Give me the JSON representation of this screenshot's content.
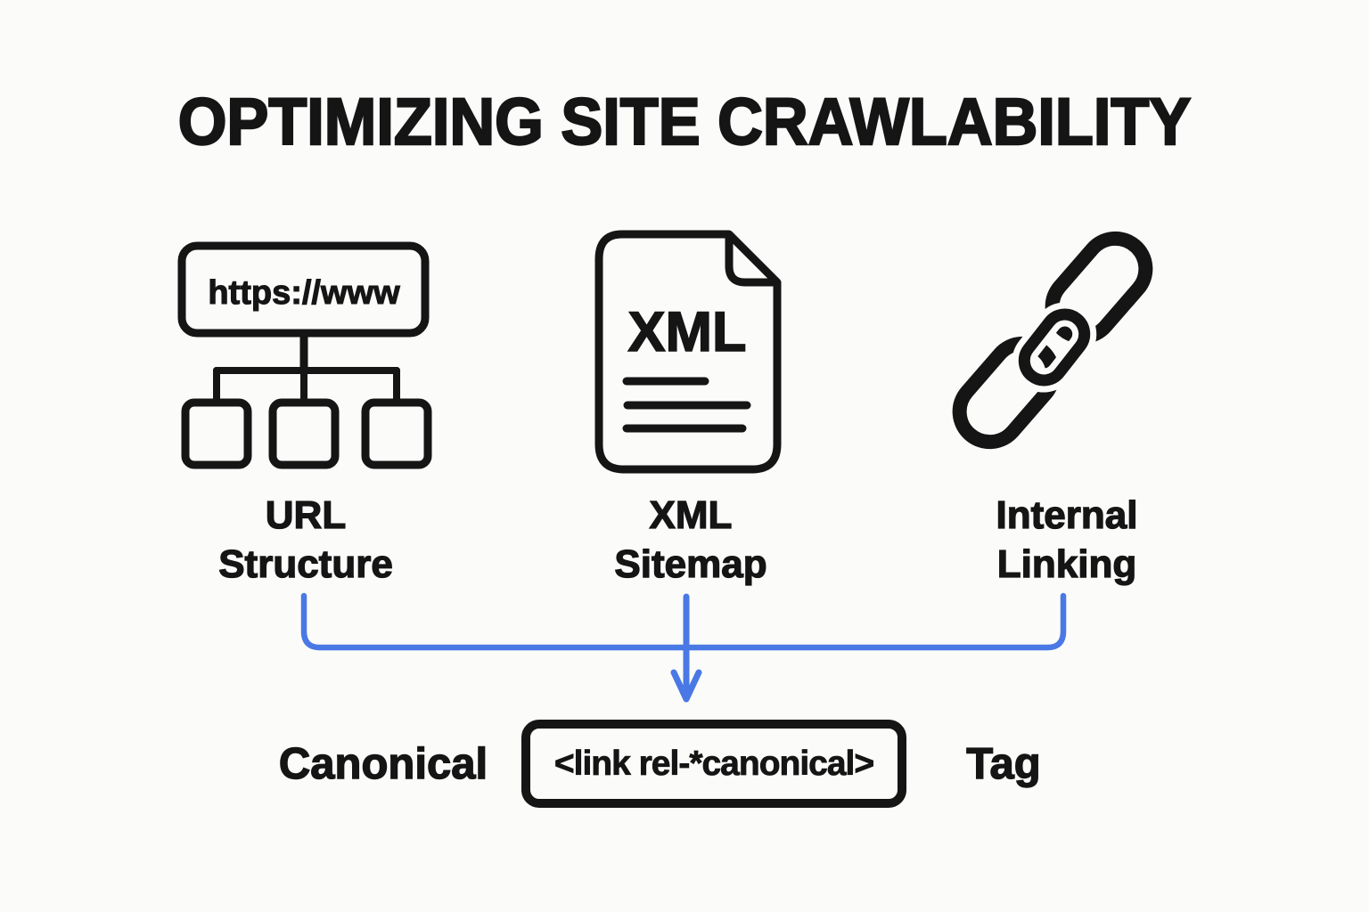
{
  "title": "OPTIMIZING SITE CRAWLABILITY",
  "colors": {
    "ink": "#151515",
    "accent_blue": "#4a78e4",
    "background": "#fbfbf9"
  },
  "items": [
    {
      "id": "url-structure",
      "icon": "sitemap-hierarchy-icon",
      "icon_text": "https://www",
      "label_line1": "URL",
      "label_line2": "Structure"
    },
    {
      "id": "xml-sitemap",
      "icon": "xml-file-icon",
      "icon_text": "XML",
      "label_line1": "XML",
      "label_line2": "Sitemap"
    },
    {
      "id": "internal-linking",
      "icon": "chain-links-icon",
      "label_line1": "Internal",
      "label_line2": "Linking"
    }
  ],
  "connector": {
    "icon": "bracket-merge-arrow-down-icon"
  },
  "footer": {
    "left_text": "Canonical",
    "code_text": "<link rel-*canonical>",
    "right_text": "Tag"
  }
}
